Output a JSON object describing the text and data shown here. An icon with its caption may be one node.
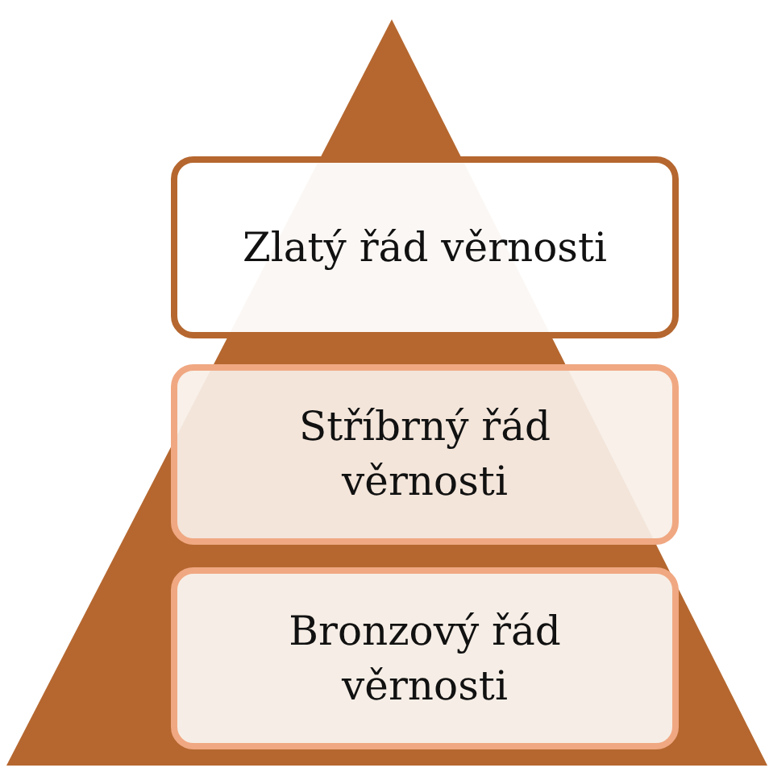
{
  "diagram": {
    "nodes": [
      {
        "text": [
          "Zlatý řád věrnosti"
        ]
      },
      {
        "text": [
          "Stříbrný řád věrnosti"
        ]
      },
      {
        "text": [
          "Bronzový řád věrnosti"
        ]
      }
    ]
  }
}
